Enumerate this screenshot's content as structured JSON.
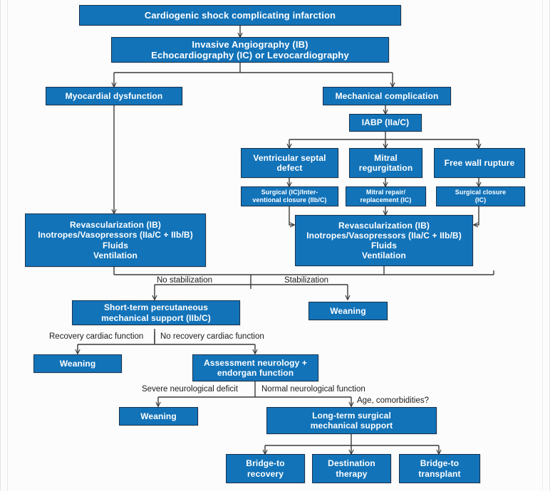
{
  "diagram": {
    "title": "Cardiogenic shock complicating infarction algorithm",
    "colors": {
      "node_fill": "#1273B9",
      "node_border": "#17334f",
      "node_text": "#ffffff",
      "connector": "#3a3a3a",
      "label_text": "#1b1b1b",
      "background": "#fcfcfc"
    },
    "nodes": [
      {
        "id": "cardiogenic-shock",
        "label": "Cardiogenic shock complicating infarction"
      },
      {
        "id": "invasive-angiography",
        "label": "Invasive Angiography (IB)\nEchocardiography (IC) or Levocardiography"
      },
      {
        "id": "myocardial-dysfunction",
        "label": "Myocardial dysfunction"
      },
      {
        "id": "mechanical-complication",
        "label": "Mechanical complication"
      },
      {
        "id": "iabp",
        "label": "IABP (IIa/C)"
      },
      {
        "id": "ventricular-septal-defect",
        "label": "Ventricular septal\ndefect"
      },
      {
        "id": "mitral-regurgitation",
        "label": "Mitral\nregurgitation"
      },
      {
        "id": "free-wall-rupture",
        "label": "Free wall rupture"
      },
      {
        "id": "surgical-interventional-closure",
        "label": "Surgical (IC)/Inter-\nventional closure (IIb/C)"
      },
      {
        "id": "mitral-repair-replacement",
        "label": "Mitral repair/\nreplacement (IC)"
      },
      {
        "id": "surgical-closure",
        "label": "Surgical closure\n(IC)"
      },
      {
        "id": "revascularization-left",
        "label": "Revascularization (IB)\nInotropes/Vasopressors (IIa/C + IIb/B)\nFluids\nVentilation"
      },
      {
        "id": "revascularization-right",
        "label": "Revascularization (IB)\nInotropes/Vasopressors (IIa/C + IIb/B)\nFluids\nVentilation"
      },
      {
        "id": "short-term-support",
        "label": "Short-term percutaneous\nmechanical support (IIb/C)"
      },
      {
        "id": "weaning-stabilization",
        "label": "Weaning"
      },
      {
        "id": "weaning-recovery",
        "label": "Weaning"
      },
      {
        "id": "assessment-neurology",
        "label": "Assessment neurology +\nendorgan function"
      },
      {
        "id": "weaning-severe-deficit",
        "label": "Weaning"
      },
      {
        "id": "long-term-support",
        "label": "Long-term surgical\nmechanical support"
      },
      {
        "id": "bridge-to-recovery",
        "label": "Bridge-to\nrecovery"
      },
      {
        "id": "destination-therapy",
        "label": "Destination\ntherapy"
      },
      {
        "id": "bridge-to-transplant",
        "label": "Bridge-to\ntransplant"
      }
    ],
    "edge_labels": [
      {
        "id": "no-stabilization",
        "text": "No stabilization"
      },
      {
        "id": "stabilization",
        "text": "Stabilization"
      },
      {
        "id": "recovery-cardiac-function",
        "text": "Recovery cardiac function"
      },
      {
        "id": "no-recovery-cardiac-function",
        "text": "No recovery cardiac function"
      },
      {
        "id": "severe-neurological-deficit",
        "text": "Severe neurological deficit"
      },
      {
        "id": "normal-neurological-function",
        "text": "Normal neurological function"
      },
      {
        "id": "age-comorbidities",
        "text": "Age, comorbidities?"
      }
    ]
  }
}
